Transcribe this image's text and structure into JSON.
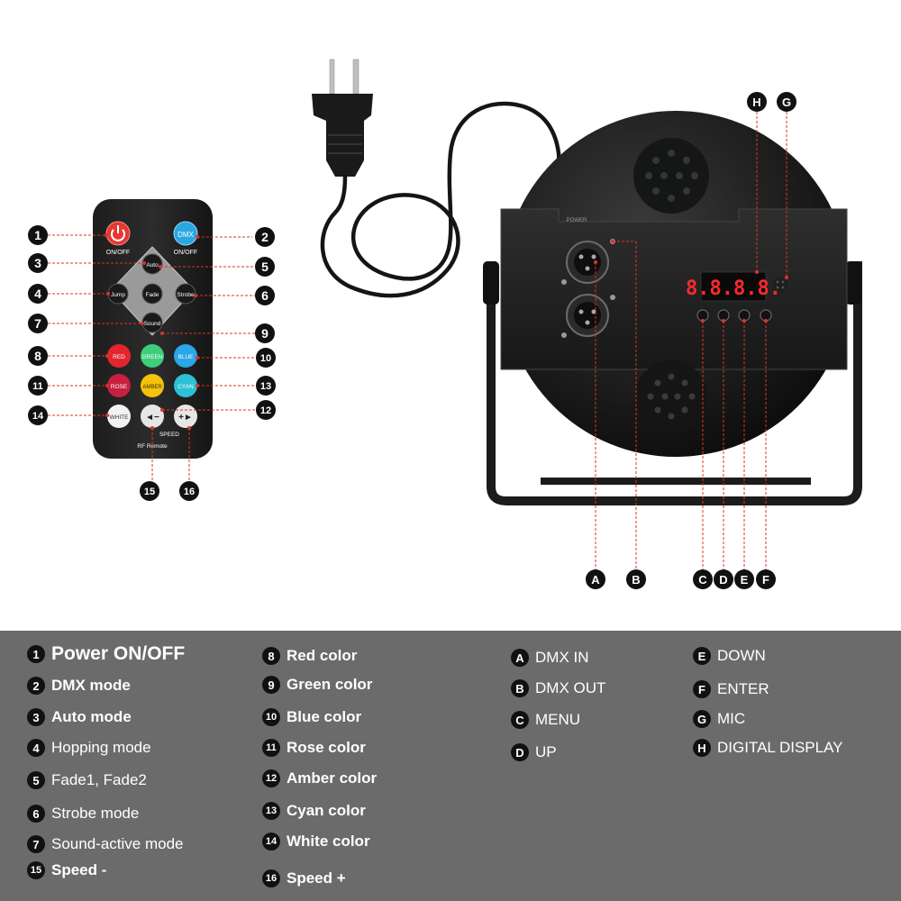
{
  "remote": {
    "power_label": "ON/OFF",
    "dmx_button": "DMX",
    "dmx_label": "ON/OFF",
    "auto_button": "Auto",
    "jump_button": "Jump",
    "fade_button": "Fade",
    "strobe_button": "Strobe",
    "sound_button": "Sound",
    "red_button": "RED",
    "green_button": "GREEN",
    "blue_button": "BLUE",
    "rose_button": "ROSE",
    "amber_button": "AMBER",
    "cyan_button": "CYAN",
    "white_button": "WHITE",
    "speed_down_button": "◄−",
    "speed_up_button": "+►",
    "speed_label": "SPEED",
    "brand_label": "RF Remote"
  },
  "device": {
    "power_label": "POWER",
    "display_text": "8.8.8.8.",
    "display_color": "#ff2a2a"
  },
  "callouts": {
    "remote": [
      "1",
      "2",
      "3",
      "5",
      "4",
      "6",
      "7",
      "9",
      "8",
      "10",
      "11",
      "13",
      "12",
      "14",
      "15",
      "16"
    ],
    "device": [
      "A",
      "B",
      "C",
      "D",
      "E",
      "F",
      "G",
      "H"
    ]
  },
  "legend": {
    "col1": [
      {
        "key": "1",
        "label": "Power ON/OFF"
      },
      {
        "key": "2",
        "label": "DMX mode"
      },
      {
        "key": "3",
        "label": "Auto mode"
      },
      {
        "key": "4",
        "label": "Hopping mode"
      },
      {
        "key": "5",
        "label": "Fade1, Fade2"
      },
      {
        "key": "6",
        "label": "Strobe mode"
      },
      {
        "key": "7",
        "label": "Sound-active mode"
      },
      {
        "key": "15",
        "label": "Speed -"
      }
    ],
    "col2": [
      {
        "key": "8",
        "label": "Red color"
      },
      {
        "key": "9",
        "label": "Green color"
      },
      {
        "key": "10",
        "label": "Blue color"
      },
      {
        "key": "11",
        "label": "Rose color"
      },
      {
        "key": "12",
        "label": "Amber color"
      },
      {
        "key": "13",
        "label": "Cyan color"
      },
      {
        "key": "14",
        "label": "White color"
      },
      {
        "key": "16",
        "label": "Speed +"
      }
    ],
    "col3": [
      {
        "key": "A",
        "label": "DMX IN"
      },
      {
        "key": "B",
        "label": "DMX OUT"
      },
      {
        "key": "C",
        "label": "MENU"
      },
      {
        "key": "D",
        "label": "UP"
      }
    ],
    "col4": [
      {
        "key": "E",
        "label": "DOWN"
      },
      {
        "key": "F",
        "label": "ENTER"
      },
      {
        "key": "G",
        "label": "MIC"
      },
      {
        "key": "H",
        "label": "DIGITAL DISPLAY"
      }
    ]
  },
  "colors": {
    "panel_background": "#6b6b6b",
    "callout_line": "#d9342b",
    "badge": "#111111",
    "power_button": "#e53935",
    "dmx_button": "#29a8e0",
    "red_button": "#e3262e",
    "green_button": "#3ccf7a",
    "blue_button": "#2aa7e6",
    "rose_button": "#c8203f",
    "amber_button": "#f4c20d",
    "cyan_button": "#2cc1d6",
    "white_button": "#f2f2f2"
  }
}
